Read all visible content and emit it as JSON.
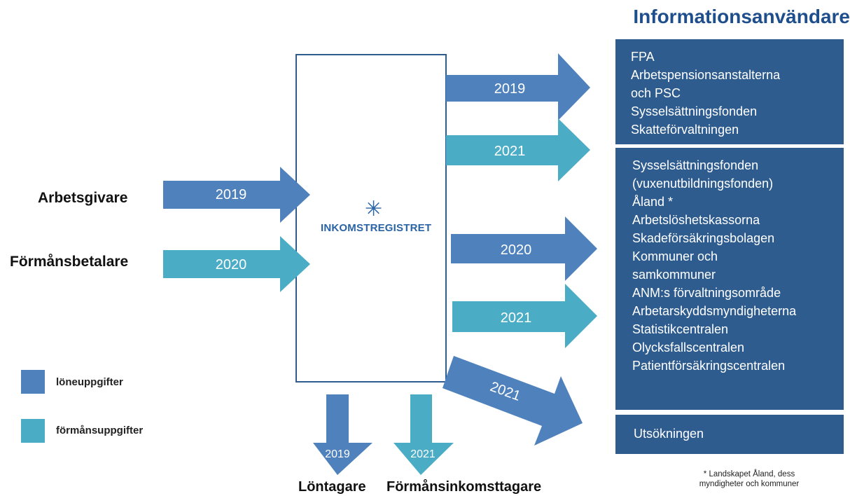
{
  "title": "Informationsanvändare",
  "colors": {
    "salary": "#4f81bd",
    "benefit": "#4bacc6",
    "panel": "#2e5c8e",
    "title": "#1f4e8c",
    "register_border": "#2e5c8e"
  },
  "register": {
    "logo_text": "INKOMSTREGISTRET",
    "logo_icon": "asterisk-icon"
  },
  "sources": [
    {
      "label": "Arbetsgivare",
      "year": "2019",
      "kind": "salary"
    },
    {
      "label": "Förmånsbetalare",
      "year": "2020",
      "kind": "benefit"
    }
  ],
  "outgoing": [
    {
      "year": "2019",
      "kind": "salary"
    },
    {
      "year": "2021",
      "kind": "benefit"
    },
    {
      "year": "2020",
      "kind": "salary"
    },
    {
      "year": "2021",
      "kind": "benefit"
    },
    {
      "year": "2021",
      "kind": "salary"
    }
  ],
  "down": [
    {
      "year": "2019",
      "kind": "salary",
      "recipient": "Löntagare"
    },
    {
      "year": "2021",
      "kind": "benefit",
      "recipient": "Förmånsinkomsttagare"
    }
  ],
  "panels": [
    {
      "lines": [
        "FPA",
        "Arbetspensionsanstalterna",
        "och PSC",
        "Sysselsättningsfonden",
        "Skatteförvaltningen"
      ]
    },
    {
      "lines": [
        "Sysselsättningsfonden",
        "(vuxenutbildningsfonden)",
        "Åland *",
        "Arbetslöshetskassorna",
        "Skadeförsäkringsbolagen",
        "Kommuner och",
        "samkommuner",
        "ANM:s förvaltningsområde",
        "Arbetarskyddsmyndigheterna",
        "Statistikcentralen",
        "Olycksfallscentralen",
        "Patientförsäkringscentralen"
      ]
    },
    {
      "lines": [
        "Utsökningen"
      ]
    }
  ],
  "legend": [
    {
      "label": "löneuppgifter",
      "kind": "salary"
    },
    {
      "label": "förmånsuppgifter",
      "kind": "benefit"
    }
  ],
  "footnote": [
    "* Landskapet Åland, dess",
    "myndigheter och kommuner"
  ]
}
